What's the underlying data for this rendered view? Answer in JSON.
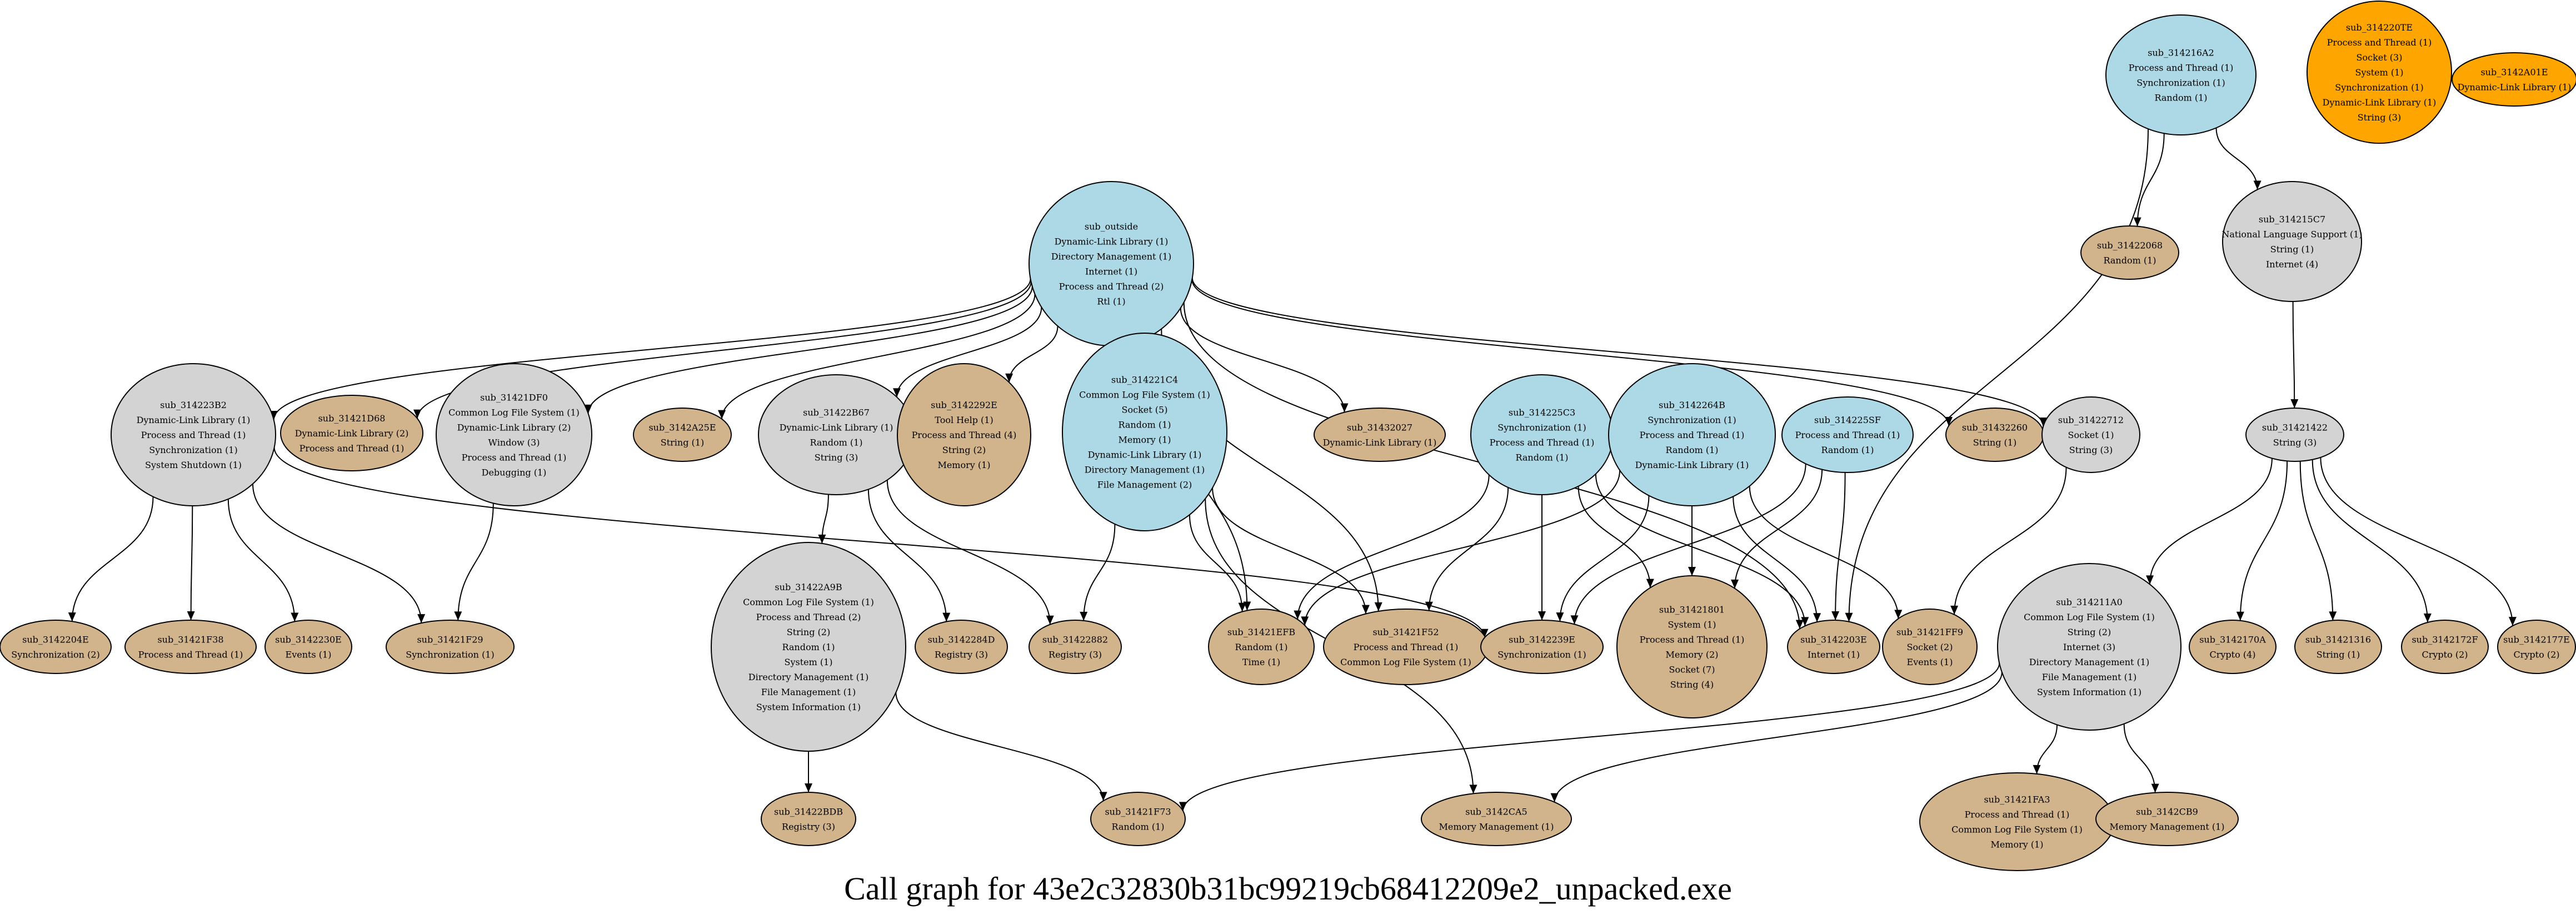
{
  "caption": "Call graph for 43e2c32830b31bc99219cb68412209e2_unpacked.exe",
  "colors": {
    "blue": "#add8e6",
    "gray": "#d3d3d3",
    "tan": "#d2b48c",
    "orange": "#ffa500",
    "stroke": "#000000",
    "background": "#ffffff"
  },
  "nodes": [
    {
      "id": "sub_outside",
      "color": "blue",
      "lines": [
        "sub_outside",
        "Dynamic-Link Library (1)",
        "Directory Management (1)",
        "Internet (1)",
        "Process and Thread (2)",
        "Rtl (1)"
      ]
    },
    {
      "id": "sub_314216A2",
      "color": "blue",
      "lines": [
        "sub_314216A2",
        "Process and Thread (1)",
        "Synchronization (1)",
        "Random (1)"
      ]
    },
    {
      "id": "sub_314220TE",
      "color": "orange",
      "lines": [
        "sub_314220TE",
        "Process and Thread (1)",
        "Socket (3)",
        "System (1)",
        "Synchronization (1)",
        "Dynamic-Link Library (1)",
        "String (3)"
      ]
    },
    {
      "id": "sub_3142A01E",
      "color": "orange",
      "lines": [
        "sub_3142A01E",
        "Dynamic-Link Library (1)"
      ]
    },
    {
      "id": "sub_31422068",
      "color": "tan",
      "lines": [
        "sub_31422068",
        "Random (1)"
      ]
    },
    {
      "id": "sub_314215C7",
      "color": "gray",
      "lines": [
        "sub_314215C7",
        "National Language Support (1)",
        "String (1)",
        "Internet (4)"
      ]
    },
    {
      "id": "sub_314223B2",
      "color": "gray",
      "lines": [
        "sub_314223B2",
        "Dynamic-Link Library (1)",
        "Process and Thread (1)",
        "Synchronization (1)",
        "System Shutdown (1)"
      ]
    },
    {
      "id": "sub_31421D68",
      "color": "tan",
      "lines": [
        "sub_31421D68",
        "Dynamic-Link Library (2)",
        "Process and Thread (1)"
      ]
    },
    {
      "id": "sub_31421DF0",
      "color": "gray",
      "lines": [
        "sub_31421DF0",
        "Common Log File System (1)",
        "Dynamic-Link Library (2)",
        "Window (3)",
        "Process and Thread (1)",
        "Debugging (1)"
      ]
    },
    {
      "id": "sub_3142A25E",
      "color": "tan",
      "lines": [
        "sub_3142A25E",
        "String (1)"
      ]
    },
    {
      "id": "sub_31422B67",
      "color": "gray",
      "lines": [
        "sub_31422B67",
        "Dynamic-Link Library (1)",
        "Random (1)",
        "String (3)"
      ]
    },
    {
      "id": "sub_3142292E",
      "color": "tan",
      "lines": [
        "sub_3142292E",
        "Tool Help (1)",
        "Process and Thread (4)",
        "String (2)",
        "Memory (1)"
      ]
    },
    {
      "id": "sub_314221C4",
      "color": "blue",
      "lines": [
        "sub_314221C4",
        "Common Log File System (1)",
        "Socket (5)",
        "Random (1)",
        "Memory (1)",
        "Dynamic-Link Library (1)",
        "Directory Management (1)",
        "File Management (2)"
      ]
    },
    {
      "id": "sub_31432027",
      "color": "tan",
      "lines": [
        "sub_31432027",
        "Dynamic-Link Library (1)"
      ]
    },
    {
      "id": "sub_314225C3",
      "color": "blue",
      "lines": [
        "sub_314225C3",
        "Synchronization (1)",
        "Process and Thread (1)",
        "Random (1)"
      ]
    },
    {
      "id": "sub_3142264B",
      "color": "blue",
      "lines": [
        "sub_3142264B",
        "Synchronization (1)",
        "Process and Thread (1)",
        "Random (1)",
        "Dynamic-Link Library (1)"
      ]
    },
    {
      "id": "sub_314225SF",
      "color": "blue",
      "lines": [
        "sub_314225SF",
        "Process and Thread (1)",
        "Random (1)"
      ]
    },
    {
      "id": "sub_31432260",
      "color": "tan",
      "lines": [
        "sub_31432260",
        "String (1)"
      ]
    },
    {
      "id": "sub_31422712",
      "color": "gray",
      "lines": [
        "sub_31422712",
        "Socket (1)",
        "String (3)"
      ]
    },
    {
      "id": "sub_31421422",
      "color": "gray",
      "lines": [
        "sub_31421422",
        "String (3)"
      ]
    },
    {
      "id": "sub_3142204E",
      "color": "tan",
      "lines": [
        "sub_3142204E",
        "Synchronization (2)"
      ]
    },
    {
      "id": "sub_31421F38",
      "color": "tan",
      "lines": [
        "sub_31421F38",
        "Process and Thread (1)"
      ]
    },
    {
      "id": "sub_3142230E",
      "color": "tan",
      "lines": [
        "sub_3142230E",
        "Events (1)"
      ]
    },
    {
      "id": "sub_31421F29",
      "color": "tan",
      "lines": [
        "sub_31421F29",
        "Synchronization (1)"
      ]
    },
    {
      "id": "sub_31422A9B",
      "color": "gray",
      "lines": [
        "sub_31422A9B",
        "Common Log File System (1)",
        "Process and Thread (2)",
        "String (2)",
        "Random (1)",
        "System (1)",
        "Directory Management (1)",
        "File Management (1)",
        "System Information (1)"
      ]
    },
    {
      "id": "sub_3142284D",
      "color": "tan",
      "lines": [
        "sub_3142284D",
        "Registry (3)"
      ]
    },
    {
      "id": "sub_31422882",
      "color": "tan",
      "lines": [
        "sub_31422882",
        "Registry (3)"
      ]
    },
    {
      "id": "sub_31421EFB",
      "color": "tan",
      "lines": [
        "sub_31421EFB",
        "Random (1)",
        "Time (1)"
      ]
    },
    {
      "id": "sub_31421F52",
      "color": "tan",
      "lines": [
        "sub_31421F52",
        "Process and Thread (1)",
        "Common Log File System (1)"
      ]
    },
    {
      "id": "sub_3142239E",
      "color": "tan",
      "lines": [
        "sub_3142239E",
        "Synchronization (1)"
      ]
    },
    {
      "id": "sub_31421801",
      "color": "tan",
      "lines": [
        "sub_31421801",
        "System (1)",
        "Process and Thread (1)",
        "Memory (2)",
        "Socket (7)",
        "String (4)"
      ]
    },
    {
      "id": "sub_3142203E",
      "color": "tan",
      "lines": [
        "sub_3142203E",
        "Internet (1)"
      ]
    },
    {
      "id": "sub_31421FF9",
      "color": "tan",
      "lines": [
        "sub_31421FF9",
        "Socket (2)",
        "Events (1)"
      ]
    },
    {
      "id": "sub_314211A0",
      "color": "gray",
      "lines": [
        "sub_314211A0",
        "Common Log File System (1)",
        "String (2)",
        "Internet (3)",
        "Directory Management (1)",
        "File Management (1)",
        "System Information (1)"
      ]
    },
    {
      "id": "sub_3142170A",
      "color": "tan",
      "lines": [
        "sub_3142170A",
        "Crypto (4)"
      ]
    },
    {
      "id": "sub_31421316",
      "color": "tan",
      "lines": [
        "sub_31421316",
        "String (1)"
      ]
    },
    {
      "id": "sub_3142172F",
      "color": "tan",
      "lines": [
        "sub_3142172F",
        "Crypto (2)"
      ]
    },
    {
      "id": "sub_3142177E",
      "color": "tan",
      "lines": [
        "sub_3142177E",
        "Crypto (2)"
      ]
    },
    {
      "id": "sub_31422BDB",
      "color": "tan",
      "lines": [
        "sub_31422BDB",
        "Registry (3)"
      ]
    },
    {
      "id": "sub_31421F73",
      "color": "tan",
      "lines": [
        "sub_31421F73",
        "Random (1)"
      ]
    },
    {
      "id": "sub_3142CA5",
      "color": "tan",
      "lines": [
        "sub_3142CA5",
        "Memory Management (1)"
      ]
    },
    {
      "id": "sub_31421FA3",
      "color": "tan",
      "lines": [
        "sub_31421FA3",
        "Process and Thread (1)",
        "Common Log File System (1)",
        "Memory (1)"
      ]
    },
    {
      "id": "sub_3142CB9",
      "color": "tan",
      "lines": [
        "sub_3142CB9",
        "Memory Management (1)"
      ]
    }
  ],
  "edges": [
    [
      "sub_314216A2",
      "sub_31422068"
    ],
    [
      "sub_314216A2",
      "sub_314215C7"
    ],
    [
      "sub_314216A2",
      "sub_3142203E"
    ],
    [
      "sub_314215C7",
      "sub_31421422"
    ],
    [
      "sub_sub_outside",
      "sub_314223B2"
    ],
    [
      "sub_outside",
      "sub_314223B2"
    ],
    [
      "sub_outside",
      "sub_31421D68"
    ],
    [
      "sub_outside",
      "sub_31421DF0"
    ],
    [
      "sub_outside",
      "sub_3142A25E"
    ],
    [
      "sub_outside",
      "sub_31422B67"
    ],
    [
      "sub_outside",
      "sub_3142292E"
    ],
    [
      "sub_outside",
      "sub_31432027"
    ],
    [
      "sub_outside",
      "sub_31421EFB"
    ],
    [
      "sub_outside",
      "sub_31421F52"
    ],
    [
      "sub_outside",
      "sub_3142203E"
    ],
    [
      "sub_outside",
      "sub_31432260"
    ],
    [
      "sub_outside",
      "sub_31422712"
    ],
    [
      "sub_314223B2",
      "sub_3142204E"
    ],
    [
      "sub_314223B2",
      "sub_31421F38"
    ],
    [
      "sub_314223B2",
      "sub_3142230E"
    ],
    [
      "sub_314223B2",
      "sub_31421F29"
    ],
    [
      "sub_314223B2",
      "sub_3142239E"
    ],
    [
      "sub_31421DF0",
      "sub_31421F29"
    ],
    [
      "sub_31422B67",
      "sub_31422A9B"
    ],
    [
      "sub_31422B67",
      "sub_3142284D"
    ],
    [
      "sub_31422B67",
      "sub_31422882"
    ],
    [
      "sub_314221C4",
      "sub_31422882"
    ],
    [
      "sub_314221C4",
      "sub_31421EFB"
    ],
    [
      "sub_314221C4",
      "sub_31421F52"
    ],
    [
      "sub_314221C4",
      "sub_3142CA5"
    ],
    [
      "sub_314225C3",
      "sub_31421EFB"
    ],
    [
      "sub_314225C3",
      "sub_31421F52"
    ],
    [
      "sub_314225C3",
      "sub_3142239E"
    ],
    [
      "sub_314225C3",
      "sub_31421801"
    ],
    [
      "sub_314225C3",
      "sub_3142203E"
    ],
    [
      "sub_3142264B",
      "sub_31421EFB"
    ],
    [
      "sub_3142264B",
      "sub_3142239E"
    ],
    [
      "sub_3142264B",
      "sub_31421801"
    ],
    [
      "sub_3142264B",
      "sub_3142203E"
    ],
    [
      "sub_3142264B",
      "sub_31421FF9"
    ],
    [
      "sub_314225SF",
      "sub_3142239E"
    ],
    [
      "sub_314225SF",
      "sub_31421801"
    ],
    [
      "sub_314225SF",
      "sub_3142203E"
    ],
    [
      "sub_31422712",
      "sub_31421FF9"
    ],
    [
      "sub_31421422",
      "sub_314211A0"
    ],
    [
      "sub_31421422",
      "sub_3142170A"
    ],
    [
      "sub_31421422",
      "sub_31421316"
    ],
    [
      "sub_31421422",
      "sub_3142172F"
    ],
    [
      "sub_31421422",
      "sub_3142177E"
    ],
    [
      "sub_31422A9B",
      "sub_31422BDB"
    ],
    [
      "sub_31422A9B",
      "sub_31421F73"
    ],
    [
      "sub_314211A0",
      "sub_31421F73"
    ],
    [
      "sub_314211A0",
      "sub_3142CA5"
    ],
    [
      "sub_314211A0",
      "sub_31421FA3"
    ],
    [
      "sub_314211A0",
      "sub_3142CB9"
    ]
  ]
}
